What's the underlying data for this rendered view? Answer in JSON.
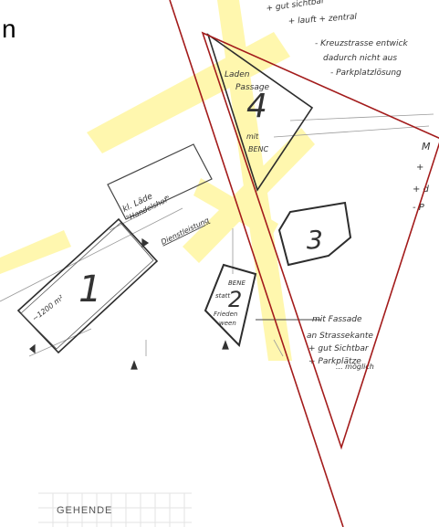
{
  "corner_letter": "n",
  "notes_top": [
    "+ gut sichtbar",
    "+ lauft + zentral",
    "- Kreuzstrasse entwick",
    "dadurch nicht aus",
    "- Parkplatzlösung"
  ],
  "site4": {
    "number": "4",
    "above": [
      "Laden",
      "Passage"
    ],
    "below": [
      "mit",
      "BENC"
    ]
  },
  "site3": {
    "number": "3"
  },
  "site1": {
    "number": "1",
    "label": "~1200 m²"
  },
  "site2": {
    "number": "2",
    "label_lines": [
      "BENE",
      "statt",
      "Frieden",
      "ween"
    ]
  },
  "site1_notes": [
    "kl. Läde",
    "\"Handelshof\"",
    "Dienstleistung"
  ],
  "right_edge_notes": [
    "M",
    "+",
    "+ d",
    "- P"
  ],
  "site2_notes": [
    "mit Fassade",
    "an Strassekante",
    "+ gut Sichtbar",
    "+ Parkplätze",
    "... möglich"
  ],
  "bottom_label": "GEHENDE",
  "colors": {
    "highlight": "#fff27a",
    "outline": "#a31b1b",
    "ink": "#333333",
    "grid": "#e3e3e3"
  }
}
